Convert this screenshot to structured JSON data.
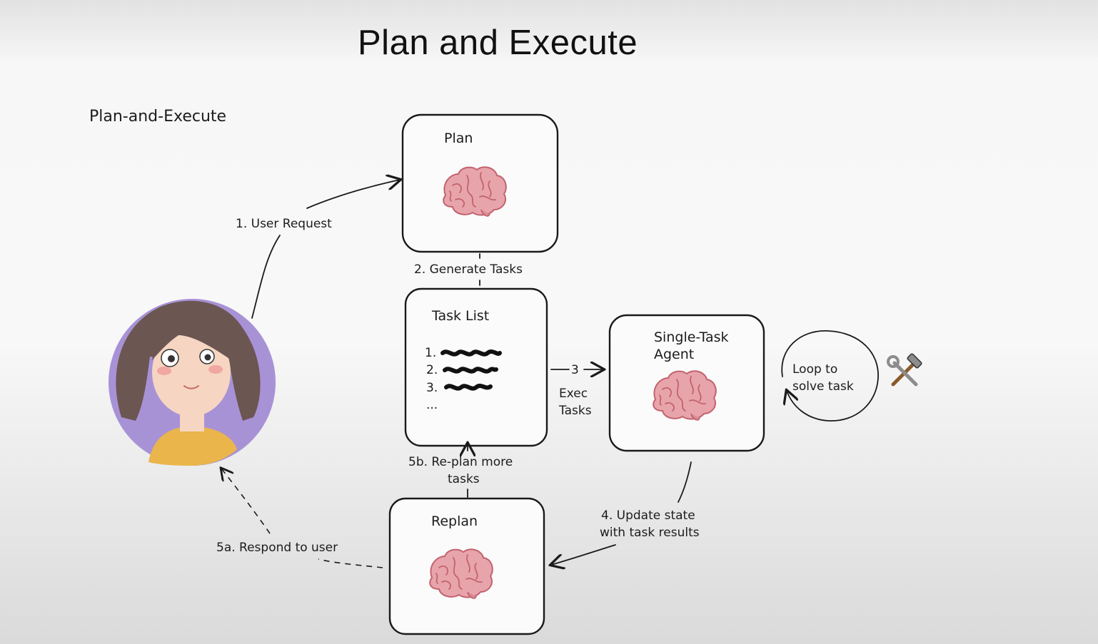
{
  "header": {
    "title": "Plan and Execute"
  },
  "diagram": {
    "subtitle": "Plan-and-Execute",
    "nodes": {
      "plan": "Plan",
      "task_list": {
        "title": "Task List",
        "items": [
          "1.",
          "2.",
          "3.",
          "..."
        ]
      },
      "agent": {
        "line1": "Single-Task",
        "line2": "Agent"
      },
      "replan": "Replan"
    },
    "edges": {
      "user_request": "1. User Request",
      "generate_tasks": "2. Generate Tasks",
      "exec_num": "3",
      "exec_line1": "Exec",
      "exec_line2": "Tasks",
      "update_line1": "4. Update state",
      "update_line2": "with task results",
      "respond": "5a. Respond to user",
      "replan_line1": "5b. Re-plan more",
      "replan_line2": "tasks",
      "loop_line1": "Loop to",
      "loop_line2": "solve task"
    },
    "icons": {
      "brain_fill": "#e8a4ab",
      "brain_stroke": "#c2636d",
      "avatar_circle": "#a892d6",
      "avatar_hair": "#6b5652",
      "avatar_skin": "#f6d5c2",
      "avatar_shirt": "#eab54a",
      "tools": "hammer-and-wrench-icon"
    }
  }
}
